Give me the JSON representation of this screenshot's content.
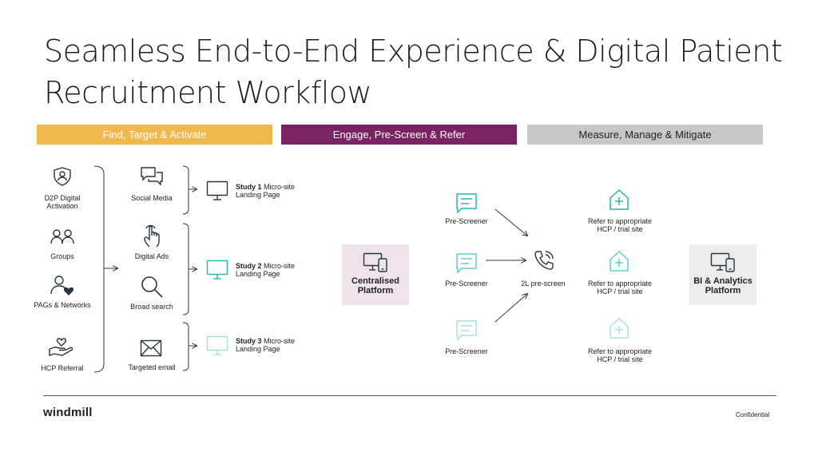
{
  "title": "Seamless End-to-End Experience & Digital Patient Recruitment Workflow",
  "bands": [
    {
      "label": "Find, Target & Activate"
    },
    {
      "label": "Engage, Pre-Screen & Refer"
    },
    {
      "label": "Measure, Manage & Mitigate"
    }
  ],
  "sources": [
    {
      "label": "D2P Digital Activation",
      "icon": "shield-user-icon"
    },
    {
      "label": "Groups",
      "icon": "groups-icon"
    },
    {
      "label": "PAGs & Networks",
      "icon": "user-heart-icon"
    },
    {
      "label": "HCP Referral",
      "icon": "hand-heart-icon"
    }
  ],
  "channels": [
    {
      "label": "Social Media",
      "icon": "chat-bubbles-icon"
    },
    {
      "label": "Digital Ads",
      "icon": "hand-pointer-icon"
    },
    {
      "label": "Broad search",
      "icon": "magnifier-icon"
    },
    {
      "label": "Targeted email",
      "icon": "envelope-icon"
    }
  ],
  "studies": [
    {
      "bold": "Study 1",
      "rest": " Micro-site",
      "line2": "Landing Page"
    },
    {
      "bold": "Study 2",
      "rest": " Micro-site",
      "line2": "Landing Page"
    },
    {
      "bold": "Study 3",
      "rest": " Micro-site",
      "line2": "Landing Page"
    }
  ],
  "centralised_platform": {
    "line1": "Centralised",
    "line2": "Platform"
  },
  "prescreeners": [
    {
      "label": "Pre-Screener"
    },
    {
      "label": "Pre-Screener"
    },
    {
      "label": "Pre-Screener"
    }
  ],
  "second_line": {
    "label": "2L pre-screen",
    "icon": "phone-icon"
  },
  "referrals": [
    {
      "line1": "Refer to appropriate",
      "line2": "HCP / trial site"
    },
    {
      "line1": "Refer to appropriate",
      "line2": "HCP / trial site"
    },
    {
      "line1": "Refer to appropriate",
      "line2": "HCP / trial site"
    }
  ],
  "bi_platform": {
    "line1": "BI & Analytics",
    "line2": "Platform"
  },
  "footer": {
    "logo": "windmill",
    "confidential": "Confidential"
  },
  "colors": {
    "band_find": "#f1b84b",
    "band_engage": "#7b2263",
    "band_measure": "#c8c8c8",
    "teal": "#2ab7a9",
    "dark_icon": "#2a3540",
    "platform_bg": "#efe3ec",
    "bi_bg": "#ececec"
  }
}
